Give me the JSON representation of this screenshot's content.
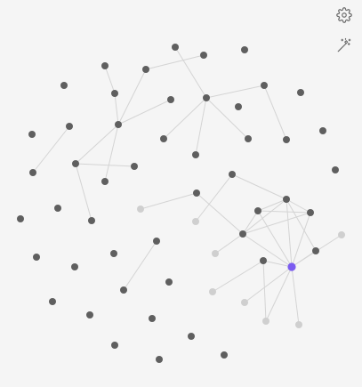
{
  "graph_view": {
    "colors": {
      "background": "#f5f5f5",
      "node": "#5f5f5f",
      "node_faded": "#cfcfcf",
      "node_active": "#7b5cf0",
      "edge": "#d4d4d4"
    },
    "toolbar": {
      "settings_icon": "gear-icon",
      "animate_icon": "magic-wand-icon"
    },
    "node_count": 62,
    "edge_count": 31,
    "active_node_id": "n55"
  }
}
